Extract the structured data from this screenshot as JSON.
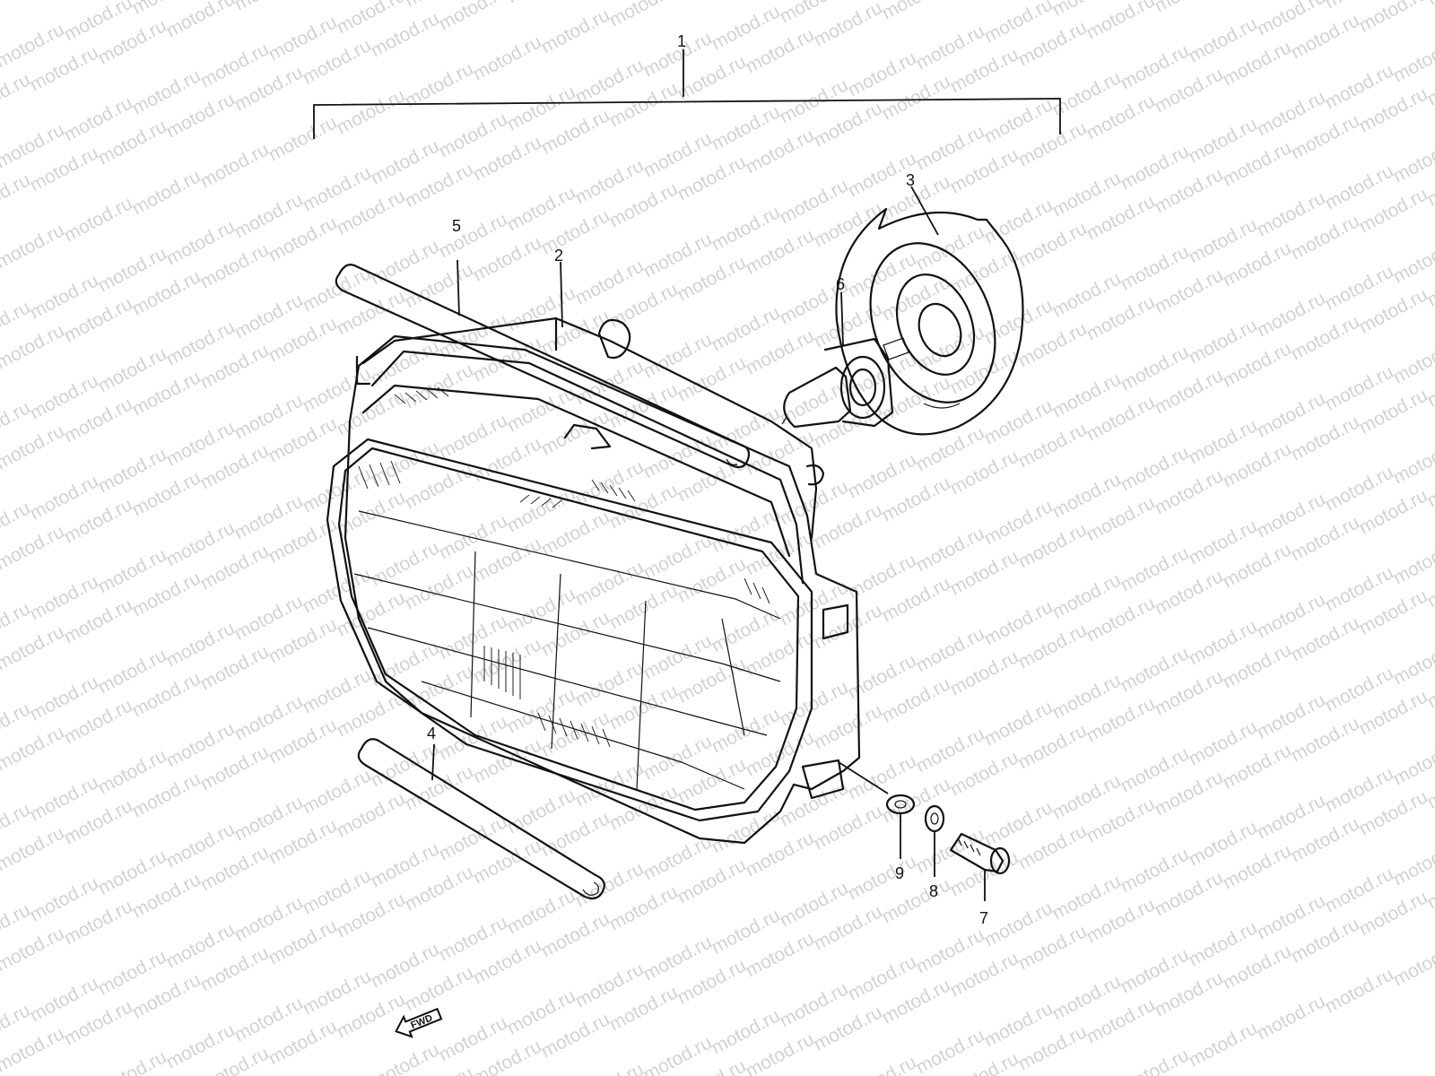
{
  "watermark": {
    "text": "motod.ru"
  },
  "callouts": [
    {
      "id": "1"
    },
    {
      "id": "2"
    },
    {
      "id": "3"
    },
    {
      "id": "4"
    },
    {
      "id": "5"
    },
    {
      "id": "6"
    },
    {
      "id": "7"
    },
    {
      "id": "8"
    },
    {
      "id": "9"
    }
  ],
  "direction_marker": {
    "label": "FWD"
  }
}
